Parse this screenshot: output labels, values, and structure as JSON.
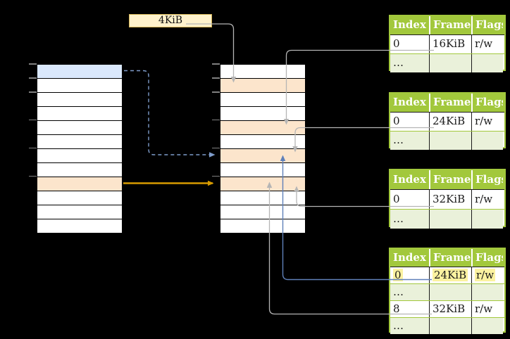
{
  "palette": {
    "background": "#000000",
    "green_header": "#A2C83C",
    "green_border": "#A2C83C",
    "green_row": "#EAF1DA",
    "blue_fill": "#DAE8FC",
    "orange_fill": "#FCE5CC",
    "cream_fill": "#FFF2CC",
    "cream_border": "#D6B656",
    "gray_line": "#B5B5B5",
    "tick": "#808080",
    "orange_arrow": "#D79B00",
    "blue_dashed_arrow": "#7E9CCB",
    "blue_solid_arrow": "#5F80B9",
    "yellow_highlight": "#FBF2A0"
  },
  "frame_size_label": "4KiB",
  "memory_columns": [
    {
      "key": "virtual-memory-column",
      "rows": 12,
      "blue_rows": [
        0
      ],
      "orange_rows": [
        8
      ],
      "tick_rows": [
        0,
        1,
        2,
        4,
        6,
        8
      ]
    },
    {
      "key": "physical-memory-column",
      "rows": 12,
      "blue_rows": [],
      "orange_rows": [
        1,
        4,
        6,
        8
      ],
      "tick_rows": [
        0,
        1,
        2,
        4,
        6,
        8
      ]
    }
  ],
  "page_tables": [
    {
      "key": "page-table-16kib",
      "headers": [
        "Index",
        "Frame",
        "Flags"
      ],
      "rows": [
        {
          "cells": [
            "0",
            "16KiB",
            "r/w"
          ],
          "highlight": false,
          "dots": false
        },
        {
          "cells": [
            "…",
            "",
            ""
          ],
          "highlight": false,
          "dots": true
        }
      ]
    },
    {
      "key": "page-table-24kib",
      "headers": [
        "Index",
        "Frame",
        "Flags"
      ],
      "rows": [
        {
          "cells": [
            "0",
            "24KiB",
            "r/w"
          ],
          "highlight": false,
          "dots": false
        },
        {
          "cells": [
            "…",
            "",
            ""
          ],
          "highlight": false,
          "dots": true
        }
      ]
    },
    {
      "key": "page-table-32kib",
      "headers": [
        "Index",
        "Frame",
        "Flags"
      ],
      "rows": [
        {
          "cells": [
            "0",
            "32KiB",
            "r/w"
          ],
          "highlight": false,
          "dots": false
        },
        {
          "cells": [
            "…",
            "",
            ""
          ],
          "highlight": false,
          "dots": true
        }
      ]
    },
    {
      "key": "page-table-level4",
      "headers": [
        "Index",
        "Frame",
        "Flags"
      ],
      "rows": [
        {
          "cells": [
            "0",
            "24KiB",
            "r/w"
          ],
          "highlight": true,
          "dots": false
        },
        {
          "cells": [
            "…",
            "",
            ""
          ],
          "highlight": false,
          "dots": true
        },
        {
          "cells": [
            "8",
            "32KiB",
            "r/w"
          ],
          "highlight": false,
          "dots": false
        },
        {
          "cells": [
            "…",
            "",
            ""
          ],
          "highlight": false,
          "dots": true
        }
      ]
    }
  ],
  "connectors": [
    {
      "name": "frame-label-to-frame-4kib",
      "color": "gray_line",
      "style": "solid",
      "width": 1.3
    },
    {
      "name": "table1-to-frame-16kib",
      "color": "gray_line",
      "style": "solid",
      "width": 1.3
    },
    {
      "name": "table2-to-frame-24kib",
      "color": "gray_line",
      "style": "solid",
      "width": 1.3
    },
    {
      "name": "table3-to-frame-32kib",
      "color": "gray_line",
      "style": "solid",
      "width": 1.3
    },
    {
      "name": "table4-row8-to-frame-32kib",
      "color": "gray_line",
      "style": "solid",
      "width": 1.3
    },
    {
      "name": "table4-row0-to-frame-24kib",
      "color": "blue_solid_arrow",
      "style": "solid",
      "width": 1.4
    },
    {
      "name": "virtual-page0-to-frame-24kib",
      "color": "blue_dashed_arrow",
      "style": "dashed",
      "width": 1.4
    },
    {
      "name": "virtual-page8-to-frame-32kib",
      "color": "orange_arrow",
      "style": "solid",
      "width": 2.5
    }
  ]
}
